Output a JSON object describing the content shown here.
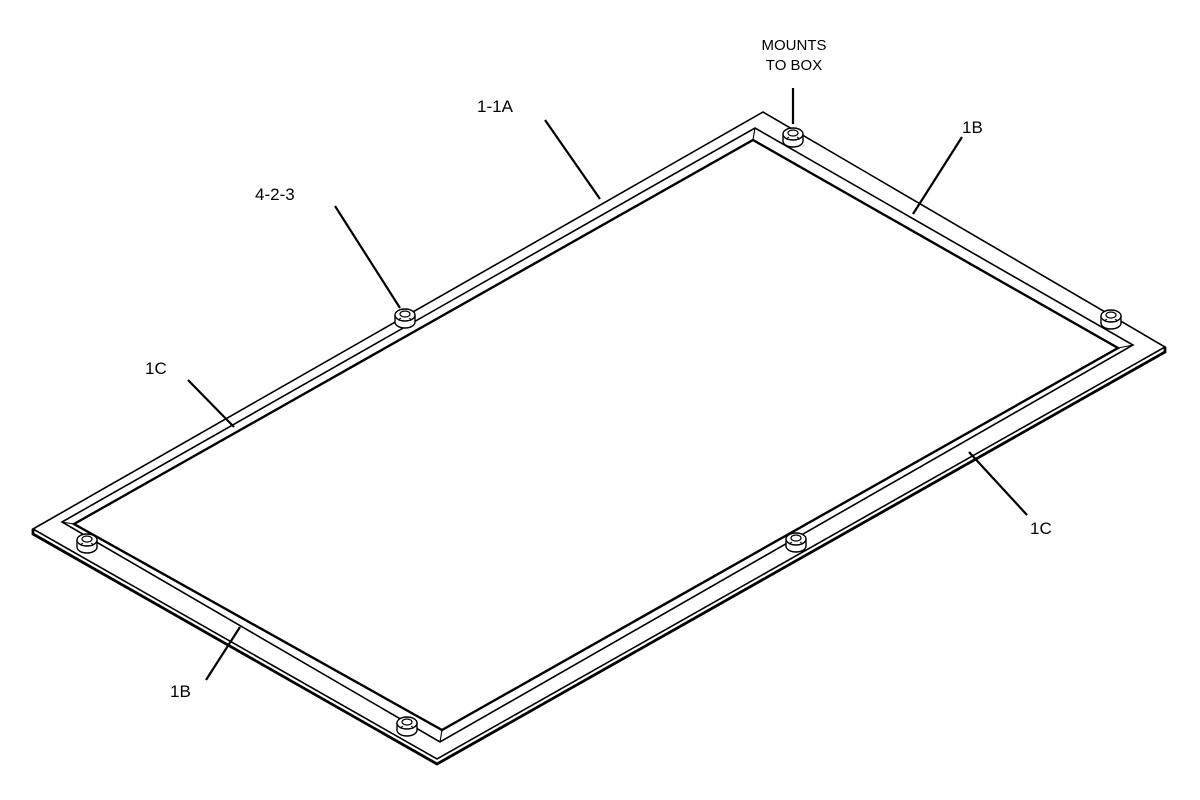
{
  "labels": {
    "mounts_line1": "MOUNTS",
    "mounts_line2": "TO BOX",
    "top_1_1a": "1-1A",
    "top_1b": "1B",
    "left_4_2_3": "4-2-3",
    "left_1c": "1C",
    "right_1c": "1C",
    "bottom_1b": "1B"
  }
}
